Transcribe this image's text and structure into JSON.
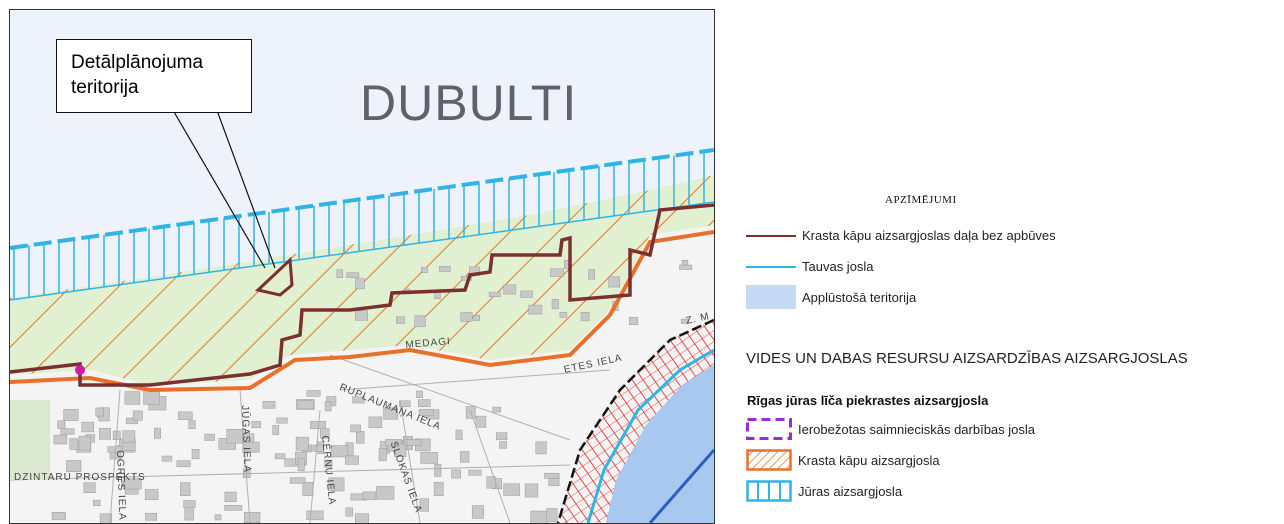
{
  "map": {
    "place_name": "DUBULTI",
    "callout": {
      "line1": "Detālplānojuma",
      "line2": "teritorija"
    },
    "streets": [
      "DZINTARU PROSPEKTS",
      "OGRES IELA",
      "JŪGAS IELA",
      "CĒRNU IELA",
      "SLOKAS IELA",
      "RUPLAUMAŅA IELA",
      "MEDAGI",
      "Z. M",
      "ETES IELA"
    ],
    "colors": {
      "sea": "#eef2fb",
      "flood_zone": "#d9e6f7",
      "dune_zone_fill": "#e2f0d2",
      "dune_hatch": "#e8702b",
      "no_build_line": "#7a3030",
      "shore_line": "#2fb4e6",
      "river": "#a8c8ef"
    }
  },
  "legend": {
    "heading": "APZĪMĒJUMI",
    "items": [
      {
        "label": "Krasta kāpu aizsargjoslas daļa bez apbūves",
        "symbol": "brown-line-icon"
      },
      {
        "label": "Tauvas josla",
        "symbol": "blue-line-icon"
      },
      {
        "label": "Applūstošā teritorija",
        "symbol": "flood-area-swatch-icon"
      }
    ],
    "section_heading": "VIDES UN DABAS RESURSU AIZSARDZĪBAS AIZSARGJOSLAS",
    "group_title": "Rīgas jūras līča piekrastes aizsargjosla",
    "group_items": [
      {
        "label": "Ierobežotas saimnieciskās darbības josla",
        "symbol": "purple-dashed-box-icon"
      },
      {
        "label": "Krasta kāpu aizsargjosla",
        "symbol": "orange-hatch-box-icon"
      },
      {
        "label": "Jūras aizsargjosla",
        "symbol": "blue-bars-box-icon"
      }
    ]
  }
}
